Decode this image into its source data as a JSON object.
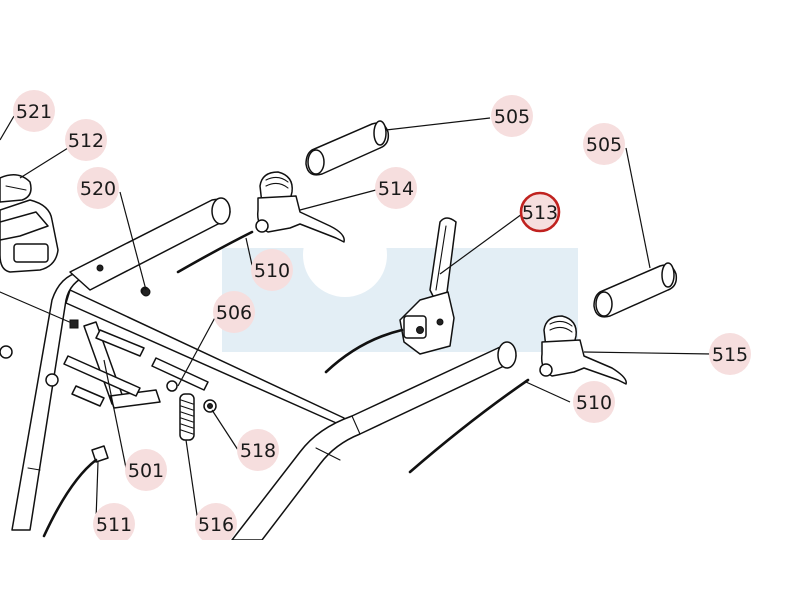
{
  "diagram": {
    "watermark_color": "#e3eef5",
    "callout_bubble_color": "#f6dede",
    "highlight_color": "#c0221f",
    "callouts": [
      {
        "id": "521",
        "label": "521"
      },
      {
        "id": "512",
        "label": "512"
      },
      {
        "id": "520",
        "label": "520"
      },
      {
        "id": "505a",
        "label": "505"
      },
      {
        "id": "505b",
        "label": "505"
      },
      {
        "id": "514",
        "label": "514"
      },
      {
        "id": "513",
        "label": "513",
        "highlighted": true
      },
      {
        "id": "510a",
        "label": "510"
      },
      {
        "id": "506",
        "label": "506"
      },
      {
        "id": "515",
        "label": "515"
      },
      {
        "id": "510b",
        "label": "510"
      },
      {
        "id": "518",
        "label": "518"
      },
      {
        "id": "501",
        "label": "501"
      },
      {
        "id": "511",
        "label": "511"
      },
      {
        "id": "516",
        "label": "516"
      }
    ]
  }
}
